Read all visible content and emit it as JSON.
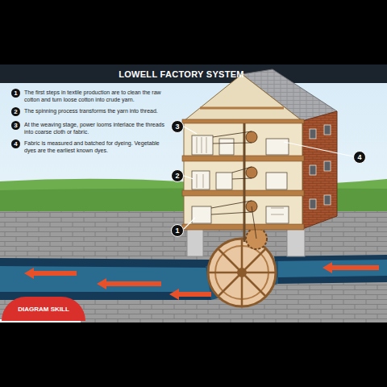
{
  "diagram": {
    "title": "LOWELL FACTORY SYSTEM",
    "nodes": [
      {
        "text": [
          "DIAGRAM SKILL"
        ]
      }
    ],
    "labels": [
      "1",
      "The first steps in textile production are to clean the raw cotton and turn loose cotton into crude yarn.",
      "2",
      "The spinning process transforms the yarn into thread.",
      "3",
      "At the weaving stage, power looms interlace the threads into coarse cloth or fabric.",
      "4",
      "Fabric is measured and batched for dyeing. Vegetable dyes are the earliest known dyes.",
      "3",
      "2",
      "1",
      "4"
    ]
  }
}
